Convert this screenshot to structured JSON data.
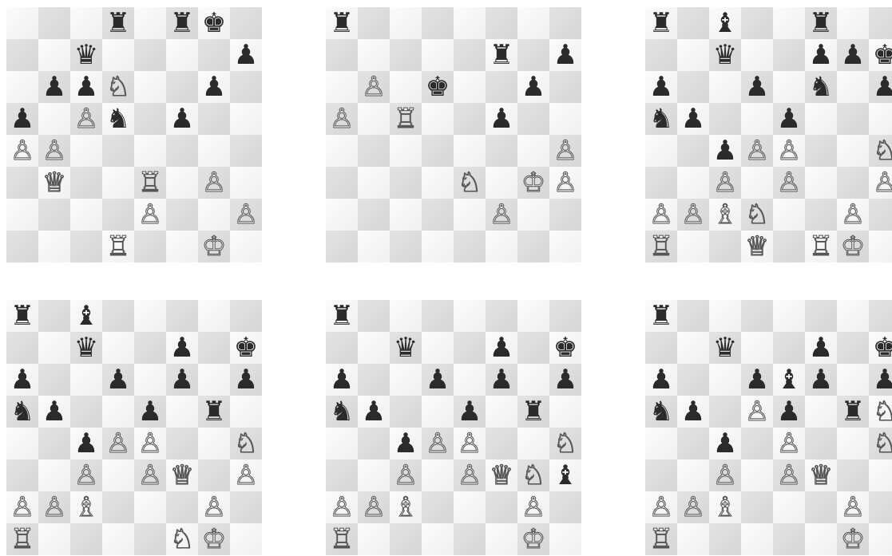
{
  "piece_glyphs": {
    "K": "♔",
    "Q": "♕",
    "R": "♖",
    "B": "♗",
    "N": "♘",
    "P": "♙",
    "k": "♚",
    "q": "♛",
    "r": "♜",
    "b": "♝",
    "n": "♞",
    "p": "♟"
  },
  "colors": {
    "light_square": "#f3f3f3",
    "dark_square": "#dcdcdc",
    "black_piece": "#2b2b2b",
    "white_piece": "#ffffff"
  },
  "boards": [
    {
      "position": [
        "...r.rk.",
        "..q....p",
        ".ppN..p.",
        "p.Pn.p..",
        "PP......",
        ".Q..R.P.",
        "....P..P",
        "...R..K."
      ]
    },
    {
      "position": [
        "r.......",
        ".....r.p",
        ".P.k..p.",
        "P.R..p..",
        ".......P",
        "....N.KP",
        ".....P..",
        "........"
      ]
    },
    {
      "position": [
        "r.b..r..",
        "..q..ppk",
        "p..p.n.p",
        "np..p...",
        "..pPP..N",
        "..P.P..P",
        "PPBN..P.",
        "R..Q.RK."
      ]
    },
    {
      "position": [
        "r.b.....",
        "..q..p.k",
        "p..p.p.p",
        "np..p.r.",
        "..pPP..N",
        "..P.PQ.P",
        "PPB...P.",
        "R....NK."
      ]
    },
    {
      "position": [
        "r.......",
        "..q..p.k",
        "p..p.p.p",
        "np..p.r.",
        "..pPP..N",
        "..P.PQNb",
        "PPB...P.",
        "R.....K."
      ]
    },
    {
      "position": [
        "r.......",
        "..q..p.k",
        "p..pbp.p",
        "np.Pp.rN",
        "..p.P..N",
        "..P.PQ..",
        "PPB...P.",
        "R.....K."
      ]
    }
  ]
}
